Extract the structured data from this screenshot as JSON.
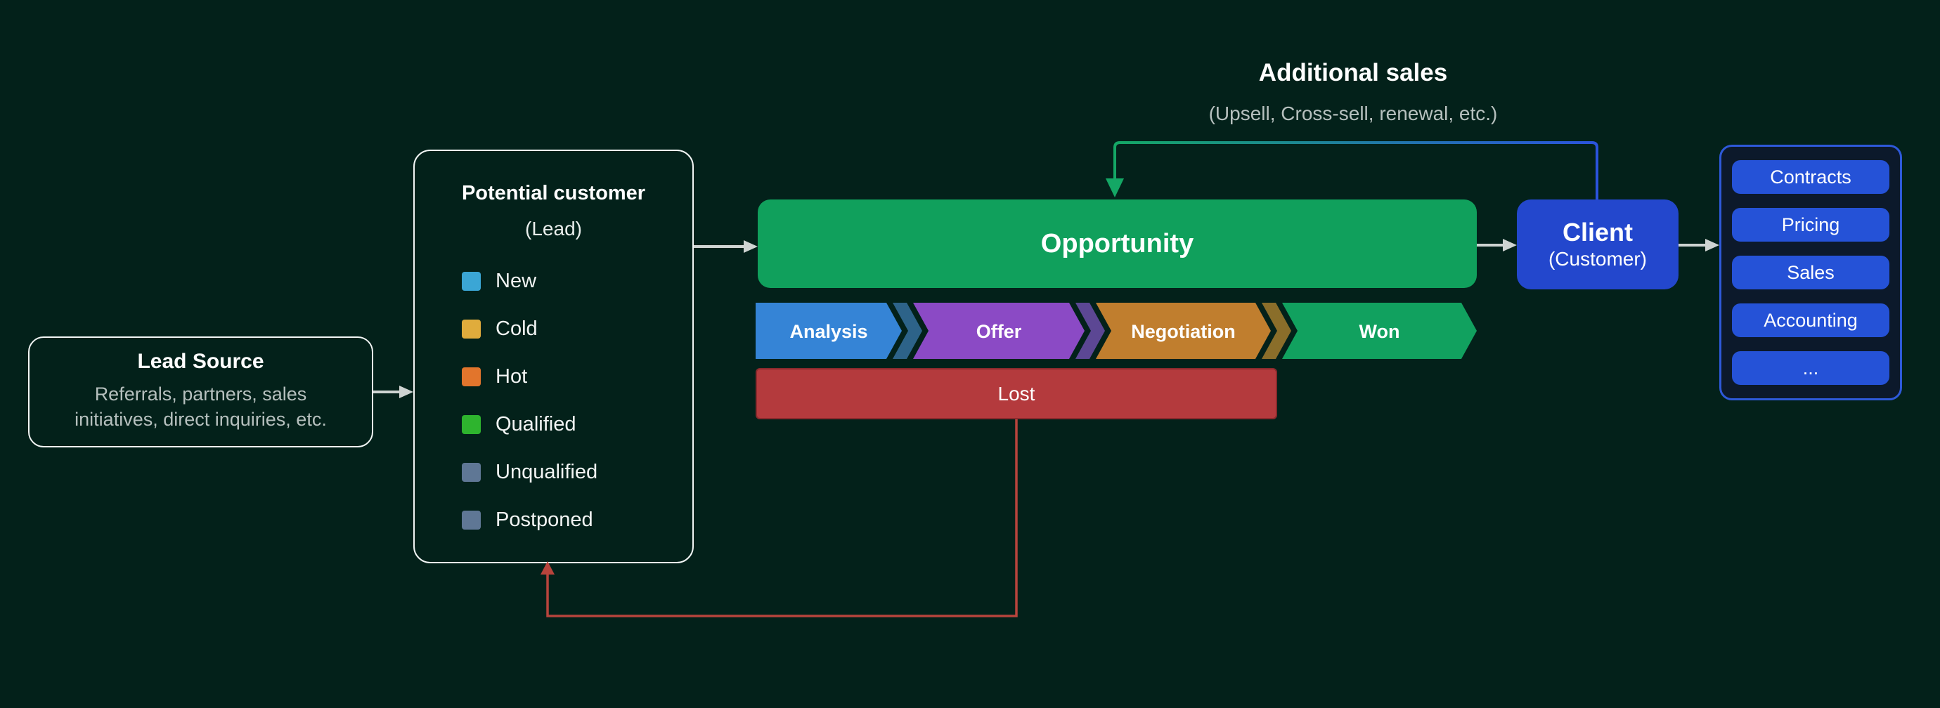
{
  "colors": {
    "background": "#03211a",
    "box_border": "#f2f6f5",
    "text_primary": "#ffffff",
    "text_muted": "#b6c0be",
    "text_soft": "#e9eeec",
    "connector": "#ced4d2",
    "opportunity_green": "#10a05c",
    "lost_red": "#b43a3d",
    "lost_border": "#8b2a2d",
    "lost_return_red": "#b8443c",
    "client_blue": "#2347cd",
    "pill_blue": "#2552d7",
    "panel_bg": "#0c192b",
    "panel_border": "#2e59d9",
    "line_green": "#14a765",
    "line_blue": "#2b53dd"
  },
  "lead_source": {
    "title": "Lead Source",
    "description": "Referrals, partners, sales\ninitiatives, direct inquiries, etc."
  },
  "potential_customer": {
    "title": "Potential customer",
    "subtitle": "(Lead)",
    "statuses": [
      {
        "name": "new",
        "label": "New",
        "color": "#3ba6d5"
      },
      {
        "name": "cold",
        "label": "Cold",
        "color": "#e0ac3c"
      },
      {
        "name": "hot",
        "label": "Hot",
        "color": "#e2752c"
      },
      {
        "name": "qualified",
        "label": "Qualified",
        "color": "#2eb42e"
      },
      {
        "name": "unqualified",
        "label": "Unqualified",
        "color": "#5f7795"
      },
      {
        "name": "postponed",
        "label": "Postponed",
        "color": "#5f7795"
      }
    ]
  },
  "opportunity": {
    "label": "Opportunity"
  },
  "pipeline": {
    "stages": [
      {
        "name": "analysis",
        "label": "Analysis",
        "color": "#3584d6",
        "echo_color": "#2d6389"
      },
      {
        "name": "offer",
        "label": "Offer",
        "color": "#8b4ac5",
        "echo_color": "#5c4794"
      },
      {
        "name": "negotiation",
        "label": "Negotiation",
        "color": "#c07e2e",
        "echo_color": "#8a6e2a"
      },
      {
        "name": "won",
        "label": "Won",
        "color": "#11a15f",
        "echo_color": null
      }
    ]
  },
  "lost": {
    "label": "Lost"
  },
  "client": {
    "title": "Client",
    "subtitle": "(Customer)"
  },
  "services": [
    {
      "name": "contracts",
      "label": "Contracts"
    },
    {
      "name": "pricing",
      "label": "Pricing"
    },
    {
      "name": "sales",
      "label": "Sales"
    },
    {
      "name": "accounting",
      "label": "Accounting"
    },
    {
      "name": "more",
      "label": "..."
    }
  ],
  "additional_sales": {
    "title": "Additional sales",
    "subtitle": "(Upsell, Cross-sell, renewal, etc.)"
  }
}
